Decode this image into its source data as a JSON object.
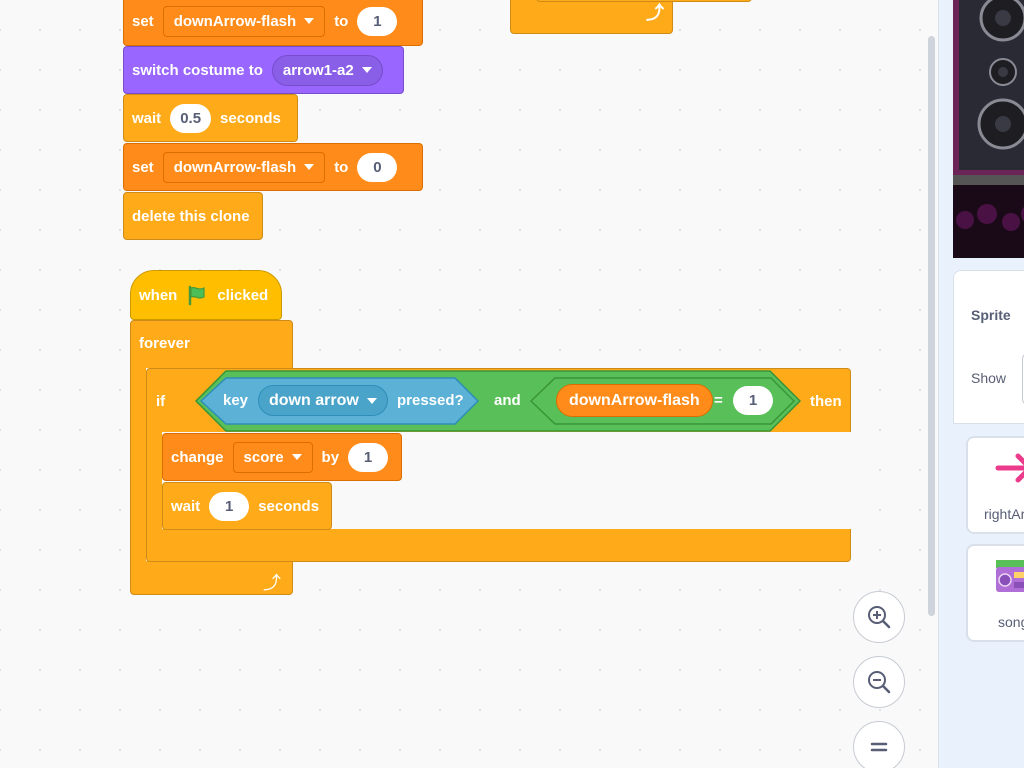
{
  "script1": {
    "set1": {
      "kw": "set",
      "var": "downArrow-flash",
      "to": "to",
      "value": "1"
    },
    "switch": {
      "label": "switch costume to",
      "costume": "arrow1-a2"
    },
    "wait1": {
      "kw": "wait",
      "value": "0.5",
      "unit": "seconds"
    },
    "set2": {
      "kw": "set",
      "var": "downArrow-flash",
      "to": "to",
      "value": "0"
    },
    "delete": {
      "label": "delete this clone"
    }
  },
  "script2": {
    "hat": {
      "when": "when",
      "clicked": "clicked"
    },
    "forever": {
      "label": "forever"
    },
    "if": {
      "kw": "if",
      "then": "then"
    },
    "key": {
      "kw": "key",
      "key": "down arrow",
      "pressed": "pressed?"
    },
    "and": "and",
    "eq": {
      "var": "downArrow-flash",
      "op": "=",
      "value": "1"
    },
    "change": {
      "kw": "change",
      "var": "score",
      "by": "by",
      "value": "1"
    },
    "wait": {
      "kw": "wait",
      "value": "1",
      "unit": "seconds"
    }
  },
  "sidebar": {
    "sprite_label": "Sprite",
    "show_label": "Show",
    "sprites": [
      {
        "name": "rightAr"
      },
      {
        "name": "song"
      }
    ]
  },
  "icons": {
    "flag": "green-flag-icon",
    "loop_arrow": "loop-arrow-icon",
    "zoom_in": "zoom-in-icon",
    "zoom_out": "zoom-out-icon",
    "zoom_reset": "zoom-reset-icon"
  },
  "colors": {
    "data": "#ff8c1a",
    "looks": "#9966ff",
    "control": "#ffab19",
    "events": "#ffbf00",
    "sensing": "#5cb1d6",
    "operators": "#59c059"
  }
}
